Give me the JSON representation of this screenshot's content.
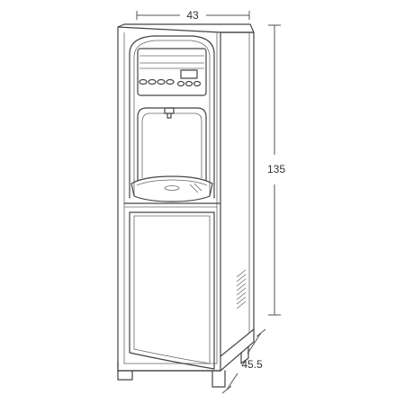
{
  "dimensions": {
    "width_label": "43",
    "height_label": "135",
    "depth_label": "45.5"
  },
  "colors": {
    "line": "#444444",
    "panel_fill": "#ffffff",
    "background": "#ffffff"
  }
}
